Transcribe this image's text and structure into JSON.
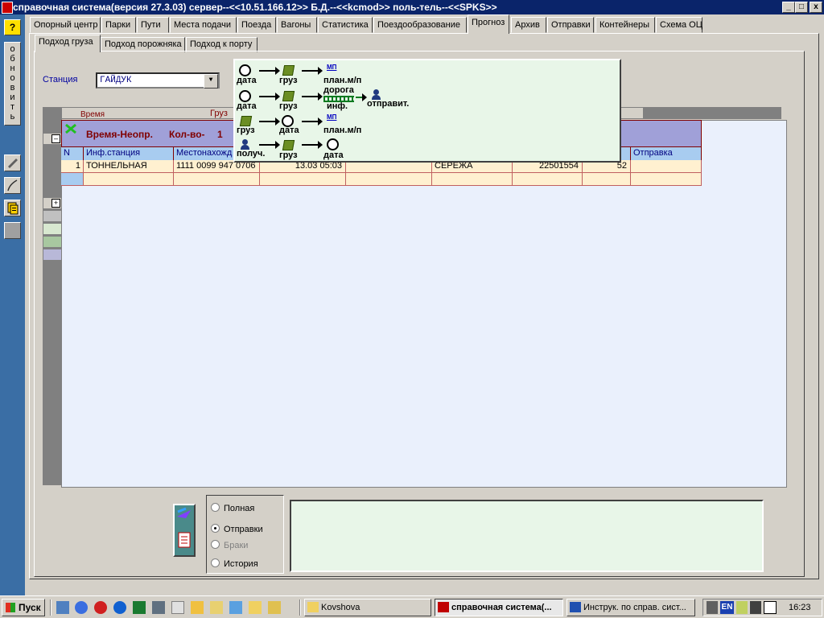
{
  "window": {
    "title": "справочная система(версия 27.3.03) сервер--<<10.51.166.12>> Б.Д.--<<kcmod>> поль-тель--<<SPKS>>",
    "buttons": [
      "_",
      "□",
      "x"
    ]
  },
  "leftbar": {
    "help_label": "?",
    "refresh_letters": [
      "о",
      "б",
      "н",
      "о",
      "в",
      "и",
      "т",
      "ь"
    ]
  },
  "tabs": [
    {
      "label": "Опорный центр"
    },
    {
      "label": "Парки"
    },
    {
      "label": "Пути"
    },
    {
      "label": "Места подачи"
    },
    {
      "label": "Поезда"
    },
    {
      "label": "Вагоны"
    },
    {
      "label": "Статистика"
    },
    {
      "label": "Поездообразование"
    },
    {
      "label": "Прогноз",
      "active": true
    },
    {
      "label": "Архив"
    },
    {
      "label": "Отправки"
    },
    {
      "label": "Контейнеры"
    },
    {
      "label": "Схема ОЦ"
    }
  ],
  "subtabs": [
    {
      "label": "Подход груза",
      "active": true
    },
    {
      "label": "Подход порожняка"
    },
    {
      "label": "Подход к порту"
    }
  ],
  "station": {
    "label": "Станция",
    "value": "ГАЙДУК"
  },
  "background_grid": {
    "col_time": "Время",
    "col_cargo": "Груз"
  },
  "popup": {
    "header_title": "Время-Неопр.",
    "header_count_label": "Кол-во-",
    "header_count": "1",
    "columns": [
      "N",
      "Инф.станция",
      "Местонахожд",
      "",
      "",
      "",
      "",
      "",
      "Отправка"
    ],
    "rows": [
      [
        "1",
        "ТОННЕЛЬНАЯ",
        "1111 0099 947 0706",
        "13.03 05:03",
        "",
        "СЕРЁЖА",
        "22501554",
        "52",
        ""
      ]
    ]
  },
  "legend": {
    "rows": [
      [
        "дата",
        "груз",
        "план.м/п"
      ],
      [
        "дата",
        "груз",
        "дорога",
        "инф.",
        "отправит."
      ],
      [
        "груз",
        "дата",
        "план.м/п"
      ],
      [
        "получ.",
        "груз",
        "дата"
      ]
    ],
    "mp": "МП"
  },
  "options": {
    "items": [
      {
        "label": "Полная",
        "checked": false,
        "disabled": false
      },
      {
        "label": "Отправки",
        "checked": true,
        "disabled": false
      },
      {
        "label": "Браки",
        "checked": false,
        "disabled": true
      },
      {
        "label": "История",
        "checked": false,
        "disabled": false
      }
    ]
  },
  "taskbar": {
    "start_label": "Пуск",
    "buttons": [
      {
        "label": "Kovshova"
      },
      {
        "label": "справочная система(...",
        "pressed": true
      },
      {
        "label": "Инструк. по справ. сист..."
      }
    ],
    "lang": "EN",
    "clock": "16:23"
  }
}
